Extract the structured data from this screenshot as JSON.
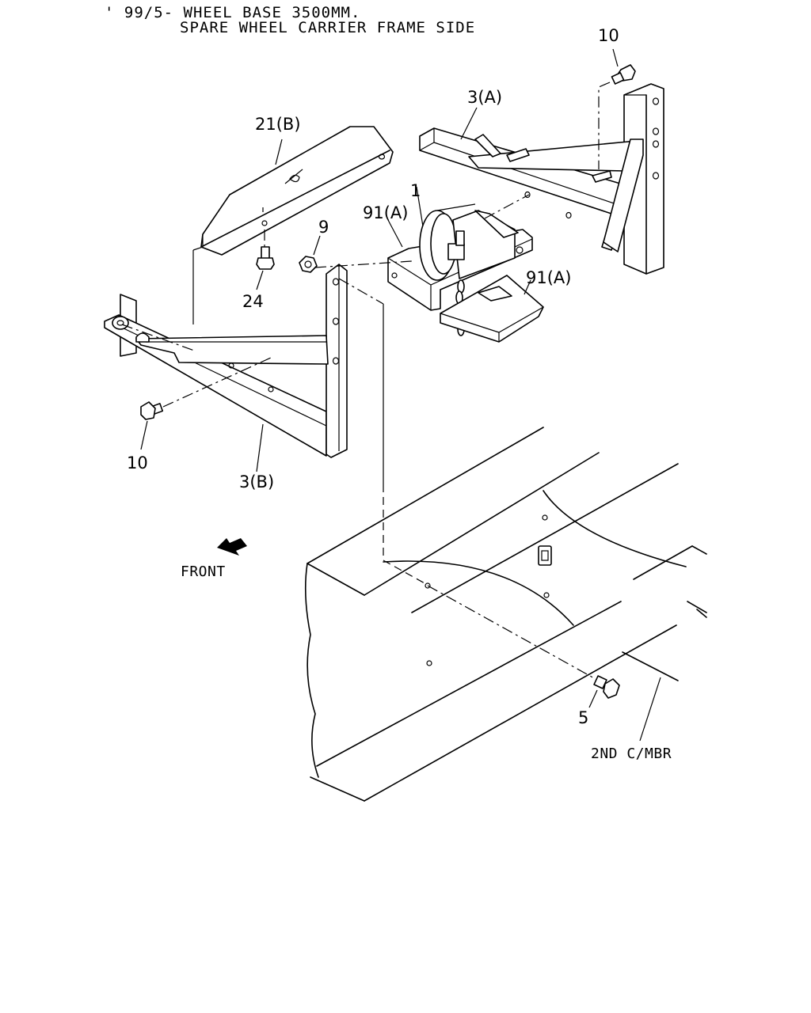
{
  "header": {
    "line1": "' 99/5- WHEEL BASE 3500MM.",
    "line2": "SPARE WHEEL CARRIER FRAME SIDE"
  },
  "callouts": {
    "bolt_top_right": "10",
    "bracket_a": "3(A)",
    "plate_b": "21(B)",
    "winch": "1",
    "bracket_91a_left": "91(A)",
    "nut": "9",
    "bracket_91a_right": "91(A)",
    "bolt_24": "24",
    "bolt_left": "10",
    "bracket_b": "3(B)",
    "bolt_5": "5"
  },
  "front_label": "FRONT",
  "frame_label": "2ND C/MBR",
  "icons": {
    "front_arrow": "arrow-down-left-icon"
  }
}
